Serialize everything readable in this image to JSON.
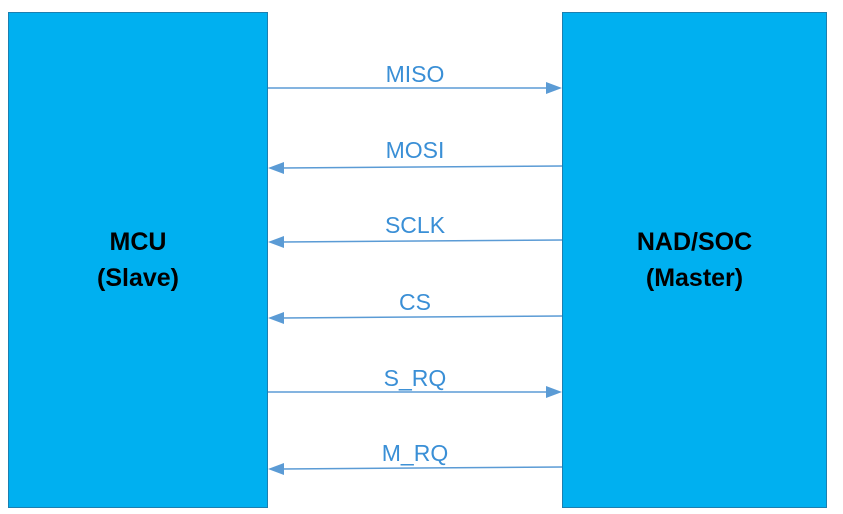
{
  "left_block": {
    "name": "MCU",
    "role": "(Slave)",
    "color": "#00b0f0"
  },
  "right_block": {
    "name": "NAD/SOC",
    "role": "(Master)",
    "color": "#00b0f0"
  },
  "signal_color": "#5b9bd5",
  "signals": [
    {
      "label": "MISO",
      "direction": "right"
    },
    {
      "label": "MOSI",
      "direction": "left"
    },
    {
      "label": "SCLK",
      "direction": "left"
    },
    {
      "label": "CS",
      "direction": "left"
    },
    {
      "label": "S_RQ",
      "direction": "right"
    },
    {
      "label": "M_RQ",
      "direction": "left"
    }
  ]
}
